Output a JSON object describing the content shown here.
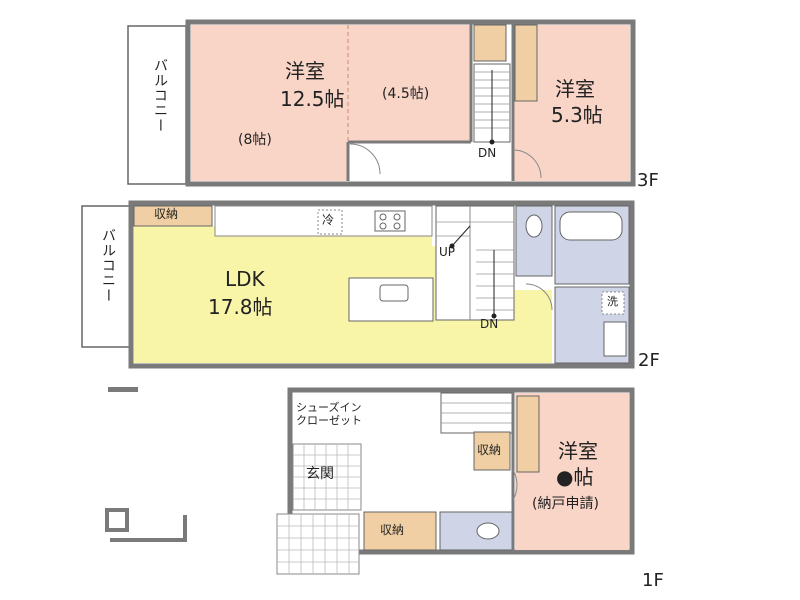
{
  "colors": {
    "wall": "#7a7a7a",
    "western_room": "#f9d5c8",
    "ldk": "#f8f5a8",
    "wet_area": "#cfd4e6",
    "storage": "#f0cfa4",
    "stair": "#ffffff",
    "outline": "#555555"
  },
  "floors": {
    "third": {
      "label": "3F",
      "balcony": "バルコニー",
      "room_main": {
        "name": "洋室",
        "size": "12.5帖",
        "sub_left": "(8帖)",
        "sub_right": "(4.5帖)"
      },
      "room_side": {
        "name": "洋室",
        "size": "5.3帖"
      },
      "stair_dn": "DN"
    },
    "second": {
      "label": "2F",
      "balcony": "バルコニー",
      "storage": "収納",
      "fridge": "冷",
      "ldk": {
        "name": "LDK",
        "size": "17.8帖"
      },
      "stair_up": "UP",
      "stair_dn": "DN",
      "laundry": "洗"
    },
    "first": {
      "label": "1F",
      "shoe_closet": "シューズイン\nクローゼット",
      "entrance": "玄関",
      "storage_a": "収納",
      "storage_b": "収納",
      "room": {
        "name": "洋室",
        "size": "●帖",
        "note": "(納戸申請)"
      }
    }
  }
}
